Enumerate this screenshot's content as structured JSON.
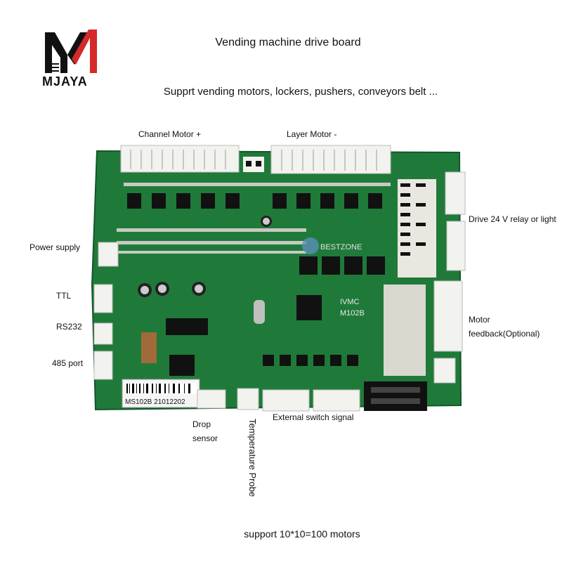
{
  "brand": {
    "name": "MJAYA",
    "accent": "#d42a2a"
  },
  "title": "Vending machine drive board",
  "subtitle": "Supprt vending motors, lockers, pushers, conveyors belt ...",
  "footer": "support 10*10=100 motors",
  "labels": {
    "channel_motor": "Channel Motor +",
    "layer_motor": "Layer Motor -",
    "drive_relay": "Drive 24 V relay or light",
    "power_supply": "Power supply",
    "ttl": "TTL",
    "rs232": "RS232",
    "port485": "485 port",
    "motor_feedback_1": "Motor",
    "motor_feedback_2": "feedback(Optional)",
    "drop_sensor_1": "Drop",
    "drop_sensor_2": "sensor",
    "temperature_probe": "Temperature Probe",
    "external_switch": "External switch signal"
  },
  "board": {
    "chip_label_1": "IVMC",
    "chip_label_2": "M102B",
    "serial": "MS102B 21012202",
    "maker": "BESTZONE"
  },
  "colors": {
    "pcb": "#1f7a3a",
    "pcb_dark": "#14552a",
    "connector": "#f2f2ee"
  }
}
